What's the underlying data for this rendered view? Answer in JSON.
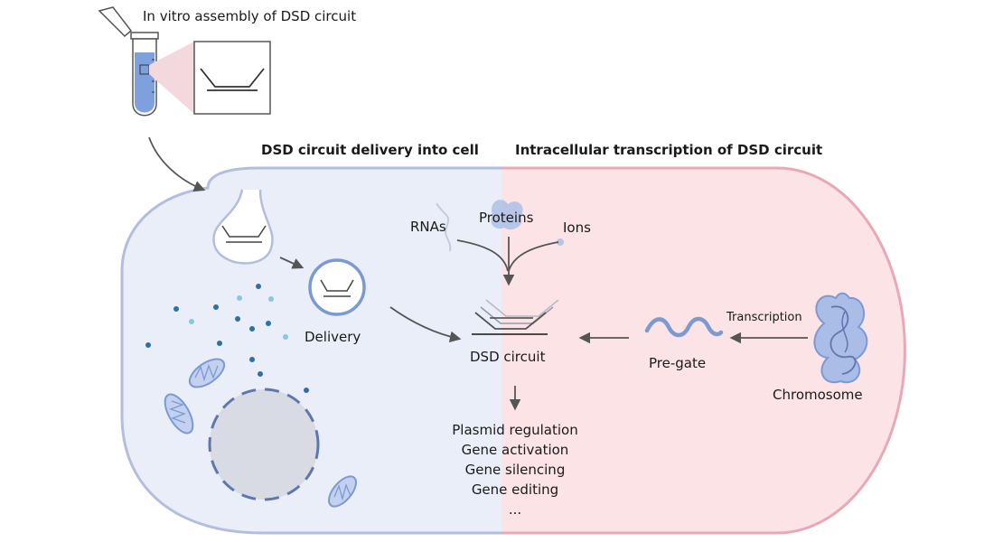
{
  "titles": {
    "assembly": "In vitro assembly of DSD circuit",
    "delivery": "DSD circuit delivery into cell",
    "transcription": "Intracellular transcription of DSD circuit"
  },
  "labels": {
    "rnas": "RNAs",
    "proteins": "Proteins",
    "ions": "Ions",
    "delivery": "Delivery",
    "dsd_circuit": "DSD circuit",
    "pre_gate": "Pre-gate",
    "transcription": "Transcription",
    "chromosome": "Chromosome"
  },
  "outputs": [
    "Plasmid regulation",
    "Gene activation",
    "Gene silencing",
    "Gene editing",
    "..."
  ],
  "colors": {
    "cell_left": "#e9eef9",
    "cell_right": "#fbe3e6",
    "cell_outline_left": "#b3bedd",
    "cell_outline_right": "#e8a9b6",
    "arrow": "#555555",
    "blue": "#7c9ad2"
  }
}
